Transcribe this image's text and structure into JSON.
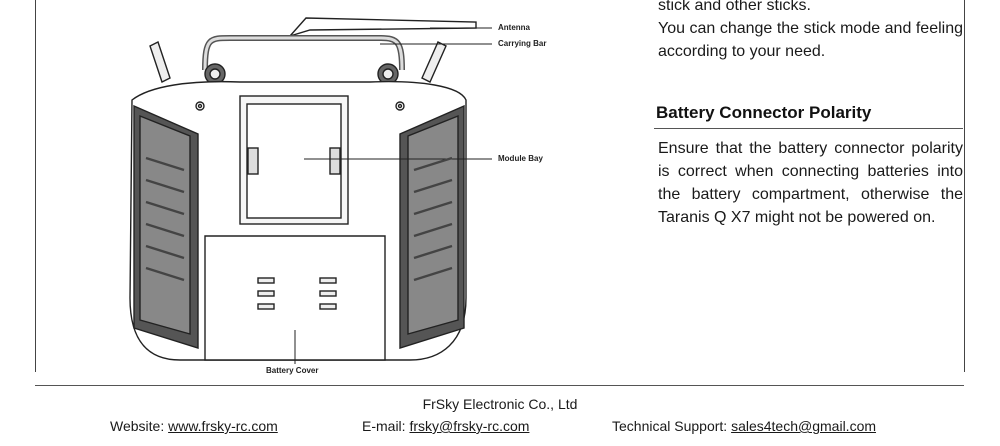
{
  "figure": {
    "callouts": {
      "antenna": "Antenna",
      "carrying_bar": "Carrying Bar",
      "module_bay": "Module Bay",
      "battery_cover": "Battery Cover"
    }
  },
  "text": {
    "intro_lines": [
      "stick and other sticks.",
      "You can change the stick mode and feeling according to your need."
    ],
    "heading": "Battery Connector Polarity",
    "body": "Ensure that the battery connector polarity is correct when connecting batteries into the battery compartment, otherwise the Taranis Q X7 might not be powered on."
  },
  "footer": {
    "company": "FrSky Electronic Co., Ltd",
    "website_label": "Website:",
    "website": "www.frsky-rc.com",
    "email_label": "E-mail:",
    "email": "frsky@frsky-rc.com",
    "support_label": "Technical Support:",
    "support": "sales4tech@gmail.com"
  }
}
